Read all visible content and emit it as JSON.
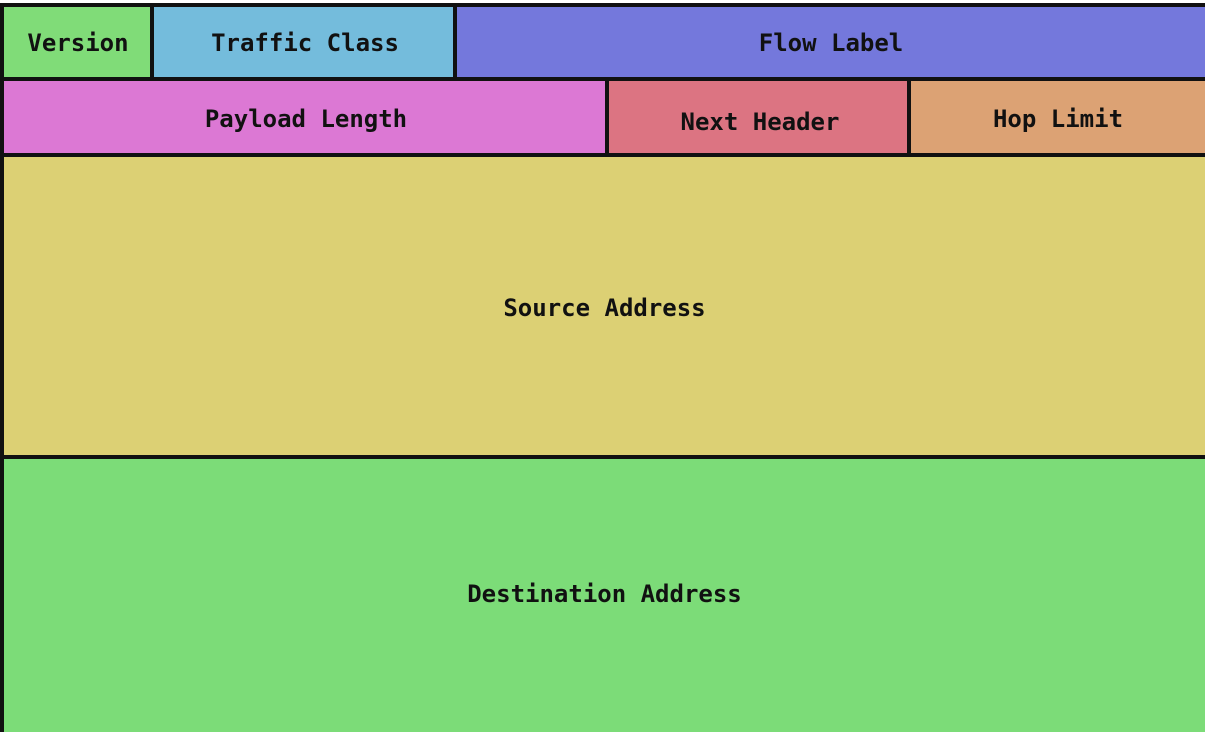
{
  "header": {
    "row1": {
      "version": {
        "label": "Version",
        "color": "#80DC78"
      },
      "traffic_class": {
        "label": "Traffic Class",
        "color": "#74BCDC"
      },
      "flow_label": {
        "label": "Flow Label",
        "color": "#7478DC"
      }
    },
    "row2": {
      "payload_length": {
        "label": "Payload Length",
        "color": "#DC78D4"
      },
      "next_header": {
        "label": "Next Header",
        "color": "#DC7482"
      },
      "hop_limit": {
        "label": "Hop Limit",
        "color": "#DCA274"
      }
    },
    "source_address": {
      "label": "Source Address",
      "color": "#DCD074"
    },
    "destination_address": {
      "label": "Destination Address",
      "color": "#7CDC78"
    }
  }
}
